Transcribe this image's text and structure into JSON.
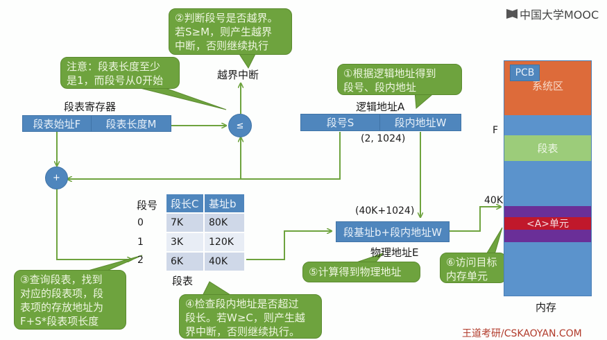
{
  "logo": {
    "text": "中国大学MOOC"
  },
  "watermark": "王道考研/CSKAOYAN.COM",
  "colors": {
    "block_blue": "#4f86bd",
    "bubble_green": "#6ea33e",
    "arrow_green": "#6ea33e",
    "system_orange": "#dd6b3a",
    "segtable_green": "#9ccc7a",
    "purple": "#6a2f98",
    "red": "#c0182b"
  },
  "bubbles": {
    "step1": [
      "①根据逻辑地址得到",
      "段号、段内地址"
    ],
    "step2": [
      "②判断段号是否越界。",
      "若S≥M，则产生越界",
      "中断，否则继续执行"
    ],
    "note": [
      "注意：段表长度至少",
      "是1，而段号从0开始"
    ],
    "step3": [
      "③查询段表，找到",
      "对应的段表项，段",
      "表项的存放地址为",
      "F+S*段表项长度"
    ],
    "step4": [
      "④检查段内地址是否超过",
      "段长。若W≥C，则产生越",
      "界中断，否则继续执行。"
    ],
    "step5": [
      "⑤计算得到物理地址"
    ],
    "step6": [
      "⑥访问目标",
      "内存单元"
    ]
  },
  "labels": {
    "overflow_interrupt": "越界中断",
    "segment_table_register": "段表寄存器",
    "logical_address": "逻辑地址A",
    "logical_value": "(2, 1024)",
    "physical_value": "(40K+1024)",
    "physical_address": "物理地址E",
    "segment_table": "段表",
    "memory": "内存",
    "mem_F": "F",
    "mem_40K": "40K"
  },
  "register": {
    "start": "段表始址F",
    "length": "段表长度M"
  },
  "logical": {
    "seg_no": "段号S",
    "offset": "段内地址W"
  },
  "operators": {
    "compare": "≤",
    "add": "+"
  },
  "physical_box": "段基址b+段内地址W",
  "seg_table": {
    "row_header": "段号",
    "columns": [
      "段长C",
      "基址b"
    ],
    "rows": [
      {
        "no": "0",
        "length": "7K",
        "base": "80K"
      },
      {
        "no": "1",
        "length": "3K",
        "base": "120K"
      },
      {
        "no": "2",
        "length": "6K",
        "base": "40K"
      }
    ]
  },
  "memory": {
    "pcb": "PCB",
    "system": "系统区",
    "segtable": "段表",
    "unit": "<A>单元"
  }
}
